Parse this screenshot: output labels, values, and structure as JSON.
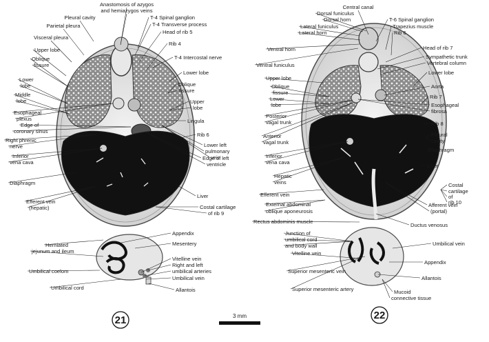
{
  "scale_bar": {
    "label": "3 mm"
  },
  "sections": [
    {
      "number": "21",
      "labels": [
        "Anastomosis of azygos",
        "and hemiazygos veins",
        "Pleural cavity",
        "T-4 Spinal ganglion",
        "Parietal pleura",
        "T-4 Transverse process",
        "Head of rib 5",
        "Visceral pleura",
        "Rib 4",
        "Upper lobe",
        "T-4 Intercostal nerve",
        "Oblique",
        "fissure",
        "Lower lobe",
        "Lower",
        "lobe",
        "Oblique",
        "fissure",
        "Middle",
        "lobe",
        "Upper",
        "lobe",
        "Esophageal",
        "plexus",
        "Lingula",
        "Edge of",
        "coronary sinus",
        "Right phrenic",
        "nerve",
        "Rib 6",
        "Lower left",
        "pulmonary",
        "vein",
        "Inferior",
        "vena cava",
        "Edge of left",
        "ventricle",
        "Diaphragm",
        "Liver",
        "Efferent vein",
        "(hepatic)",
        "Costal cartilage",
        "of rib 9",
        "Appendix",
        "Mesentery",
        "Herniated",
        "jejunum and ileum",
        "Vitelline vein",
        "Right and left",
        "umbilical arteries",
        "Umbilical coelom",
        "Umbilical vein",
        "Umbilical cord",
        "Allantois"
      ]
    },
    {
      "number": "22",
      "labels": [
        "Central canal",
        "Dorsal funiculus",
        "Dorsal horn",
        "T-6 Spinal ganglion",
        "Lateral funiculus",
        "Trapezius muscle",
        "Lateral horn",
        "Rib 6",
        "Ventral horn",
        "Head of rib 7",
        "Sympathetic trunk",
        "Ventral funiculus",
        "Vertebral column",
        "Upper lobe",
        "Lower lobe",
        "Oblique",
        "fissure",
        "Aorta",
        "Lower",
        "lobe",
        "Rib 7",
        "Esophageal",
        "fibrosa",
        "Posterior",
        "vagal trunk",
        "Rib 8",
        "Pleural",
        "cavity",
        "Anterior",
        "vagal trunk",
        "Diaphragm",
        "Inferior",
        "vena cava",
        "Liver",
        "Hepatic",
        "veins",
        "Costal",
        "cartilage",
        "of",
        "rib 10",
        "Efferent vein",
        "Afferent vein",
        "(portal)",
        "External abdominal",
        "oblique aponeurosis",
        "Ductus venosus",
        "Rectus abdominis muscle",
        "Junction of",
        "umbilical cord",
        "and body wall",
        "Umbilical vein",
        "Vitelline vein",
        "Appendix",
        "Superior mesenteric vein",
        "Allantois",
        "Superior mesenteric artery",
        "Mucoid",
        "connective tissue"
      ]
    }
  ]
}
